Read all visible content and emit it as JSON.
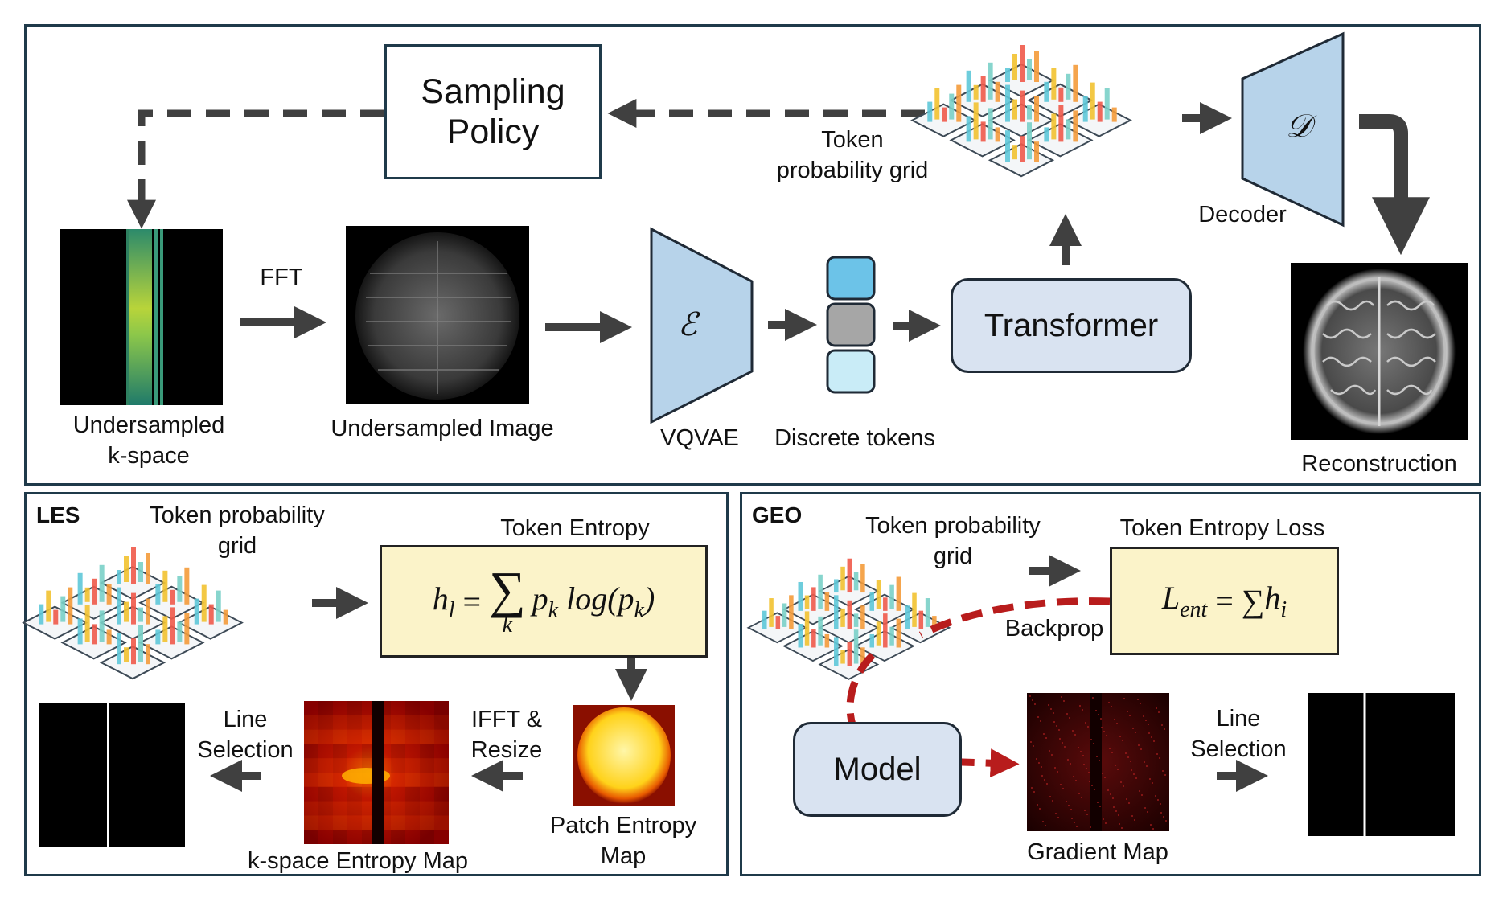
{
  "top": {
    "sampling_policy": [
      "Sampling",
      "Policy"
    ],
    "token_grid_label": [
      "Token",
      "probability grid"
    ],
    "decoder_symbol": "𝒟",
    "decoder_label": "Decoder",
    "undersampled_kspace": [
      "Undersampled",
      "k-space"
    ],
    "fft": "FFT",
    "undersampled_image": "Undersampled Image",
    "encoder_symbol": "ℰ",
    "vqvae": "VQVAE",
    "discrete_tokens": "Discrete tokens",
    "transformer": "Transformer",
    "reconstruction": "Reconstruction"
  },
  "les": {
    "tag": "LES",
    "token_grid_label": [
      "Token probability",
      "grid"
    ],
    "token_entropy": "Token Entropy",
    "formula": {
      "lhs": "h",
      "lhs_sub": "l",
      "eq": "=",
      "sum": "∑",
      "sum_sub": "k",
      "term": "p",
      "term_sub": "k",
      "log": "log(p",
      "log_sub": "k",
      "close": ")"
    },
    "line_selection": [
      "Line",
      "Selection"
    ],
    "ifft_resize": [
      "IFFT &",
      "Resize"
    ],
    "kspace_entropy_map": "k-space Entropy Map",
    "patch_entropy_map": [
      "Patch Entropy",
      "Map"
    ]
  },
  "geo": {
    "tag": "GEO",
    "token_grid_label": [
      "Token probability",
      "grid"
    ],
    "token_entropy_loss": "Token Entropy Loss",
    "formula": {
      "lhs": "L",
      "lhs_sub": "ent",
      "eq": "=",
      "sum": "∑",
      "term": "h",
      "term_sub": "i"
    },
    "backprop": "Backprop",
    "model": "Model",
    "gradient_map": "Gradient Map",
    "line_selection": [
      "Line",
      "Selection"
    ]
  },
  "colors": {
    "panel_border": "#1f3a4a",
    "arrow": "#404040",
    "trapezoid": "#b7d3ea",
    "rounded_box": "#d9e3f1",
    "formula_box": "#fbf3c9",
    "backprop_arrow": "#b81c1c",
    "token_top": "#6cc3e8",
    "token_mid": "#a6a6a6",
    "token_bottom": "#c9ecf7"
  }
}
